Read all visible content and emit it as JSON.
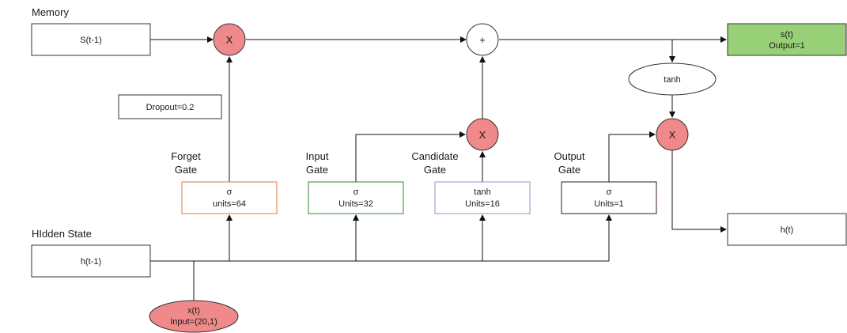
{
  "labels": {
    "memory": "Memory",
    "hidden_state": "HIdden State",
    "forget_gate": [
      "Forget",
      "Gate"
    ],
    "input_gate": [
      "Input",
      "Gate"
    ],
    "candidate_gate": [
      "Candidate",
      "Gate"
    ],
    "output_gate": [
      "Output",
      "Gate"
    ]
  },
  "nodes": {
    "s_prev": "S(t-1)",
    "h_prev": "h(t-1)",
    "dropout": "Dropout=0.2",
    "forget": {
      "line1": "σ",
      "line2": "units=64"
    },
    "input": {
      "line1": "σ",
      "line2": "Units=32"
    },
    "candidate": {
      "line1": "tanh",
      "line2": "Units=16"
    },
    "output": {
      "line1": "σ",
      "line2": "Units=1"
    },
    "multiply_symbol": "X",
    "add_symbol": "+",
    "tanh": "tanh",
    "s_out": {
      "line1": "s(t)",
      "line2": "Output=1"
    },
    "h_out": "h(t)",
    "x_in": {
      "line1": "x(t)",
      "line2": "Input=(20,1)"
    }
  },
  "colors": {
    "box_border": "#333333",
    "forget_border": "#e07b39",
    "input_border": "#2e8b2e",
    "candidate_border": "#a987c9",
    "output_border": "#3a1a1a",
    "multiply_fill": "#f08a8a",
    "output_fill": "#97d077",
    "input_fill": "#f08a8a"
  }
}
